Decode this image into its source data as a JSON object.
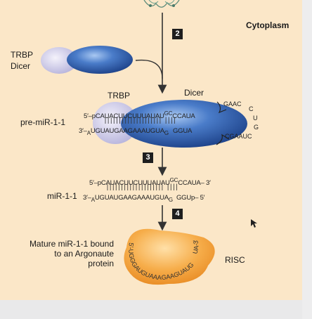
{
  "compartment_label": "Cytoplasm",
  "steps": [
    "2",
    "3",
    "4"
  ],
  "complex1": {
    "trbp": "TRBP",
    "dicer": "Dicer"
  },
  "complex2": {
    "trbp": "TRBP",
    "dicer": "Dicer",
    "name": "pre-miR-1-1",
    "top_left": "5′–p",
    "top_seq": "CAUACUUCUUUAUAU",
    "top_bulge": "GC",
    "top_seq2": "CCAUA",
    "bottom_left": "3′–",
    "bottom_seq": "UGUAUGAAGAAAUGUA",
    "bottom_bulge": "G",
    "bottom_seq2": "GGUA",
    "loop_top": "GAAC",
    "loop_right": "C",
    "loop_u": "U",
    "loop_g": "G",
    "loop_bottom": "CGAAUC",
    "overhang": "A"
  },
  "mirna": {
    "name": "miR-1-1",
    "top_left": "5′–p",
    "top_seq": "CAUACUUCUUUAUAU",
    "top_bulge": "GC",
    "top_seq2": "CCAUA",
    "top_right": "– 3′",
    "bottom_left": "3′–",
    "overhang": "A",
    "bottom_seq": "UGUAUGAAGAAAUGUA",
    "bottom_bulge": "G",
    "bottom_seq2": "GGUp",
    "bottom_right": "– 5′"
  },
  "risc": {
    "description": "Mature miR-1-1 bound to an Argonaute protein",
    "label": "RISC",
    "strand_seq": "5′-UGGGAUGUAAAGAAGUAUG",
    "strand_end": "UA-3′"
  },
  "colors": {
    "background": "#fbe7c8",
    "dicer": "#2f5fb0",
    "trbp": "#c8c6e6",
    "argonaute": "#f4a33c"
  }
}
